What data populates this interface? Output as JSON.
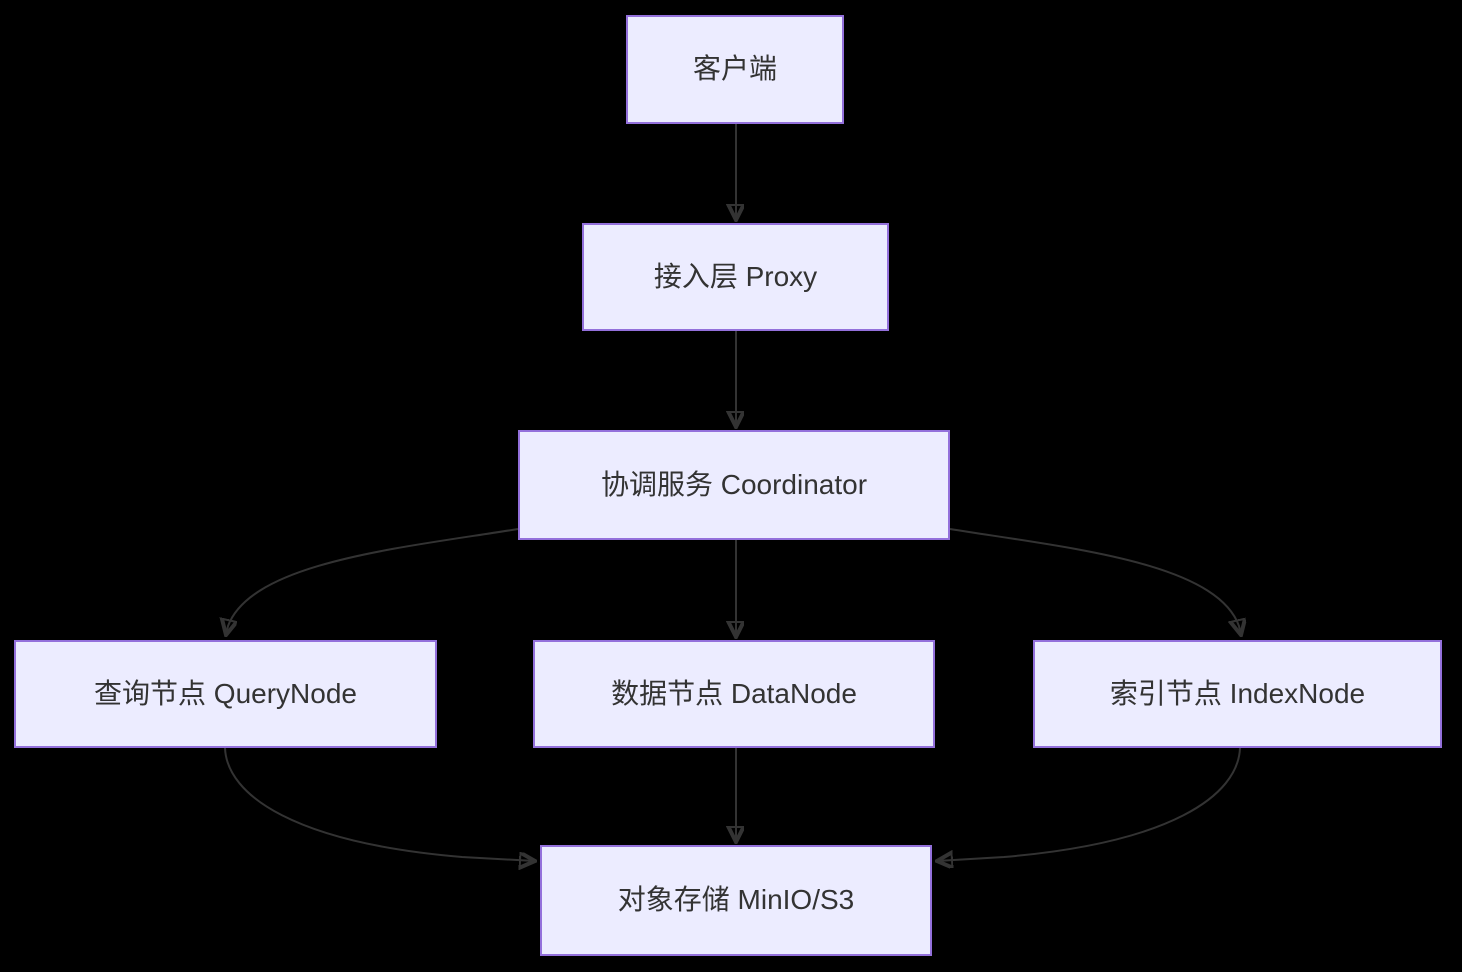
{
  "diagram": {
    "type": "flowchart",
    "direction": "top-down",
    "style": {
      "background": "#000000",
      "node_fill": "#ECECFF",
      "node_border": "#9370DB",
      "edge_color": "#333333",
      "text_color": "#333333"
    },
    "nodes": [
      {
        "id": "client",
        "label": "客户端"
      },
      {
        "id": "proxy",
        "label": "接入层 Proxy"
      },
      {
        "id": "coordinator",
        "label": "协调服务 Coordinator"
      },
      {
        "id": "querynode",
        "label": "查询节点 QueryNode"
      },
      {
        "id": "datanode",
        "label": "数据节点 DataNode"
      },
      {
        "id": "indexnode",
        "label": "索引节点 IndexNode"
      },
      {
        "id": "storage",
        "label": "对象存储 MinIO/S3"
      }
    ],
    "edges": [
      {
        "from": "client",
        "to": "proxy",
        "arrow": "down"
      },
      {
        "from": "proxy",
        "to": "coordinator",
        "arrow": "down"
      },
      {
        "from": "coordinator",
        "to": "querynode",
        "arrow": "down"
      },
      {
        "from": "coordinator",
        "to": "datanode",
        "arrow": "down"
      },
      {
        "from": "coordinator",
        "to": "indexnode",
        "arrow": "down"
      },
      {
        "from": "querynode",
        "to": "storage",
        "arrow": "right"
      },
      {
        "from": "datanode",
        "to": "storage",
        "arrow": "down"
      },
      {
        "from": "indexnode",
        "to": "storage",
        "arrow": "left"
      }
    ]
  }
}
